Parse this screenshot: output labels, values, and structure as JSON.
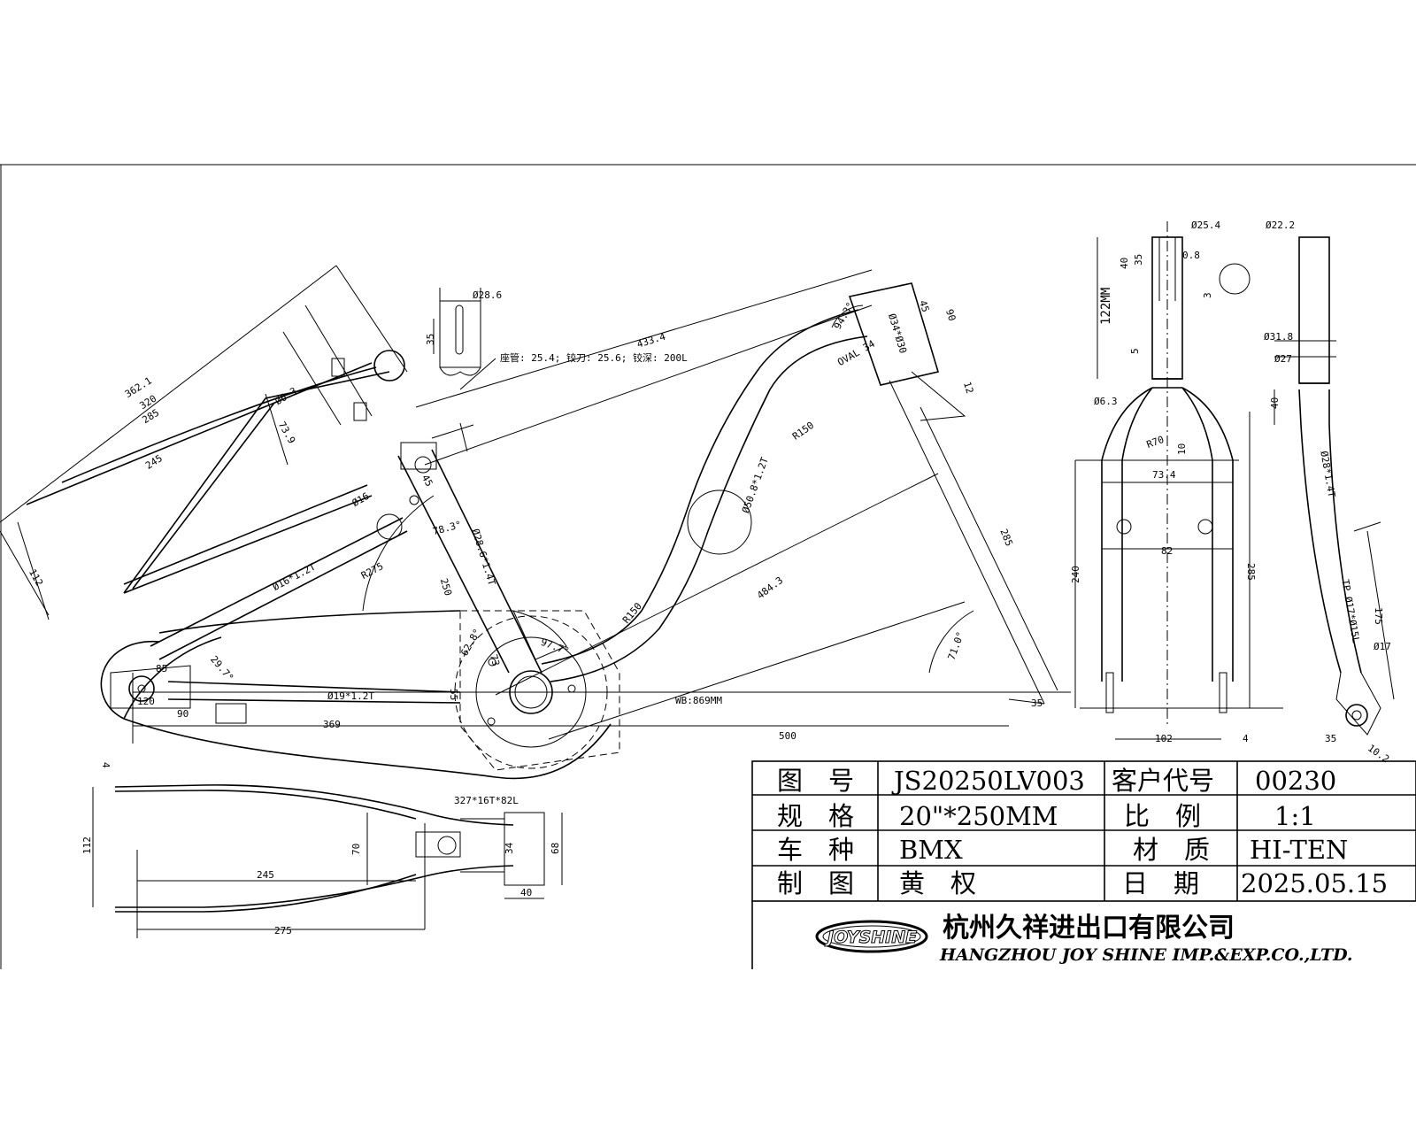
{
  "dimensions": {
    "seat_tube_dia": "Ø28.6",
    "seat_tube_slot": "35",
    "seat_tube_note": "座管: 25.4; 铰刀: 25.6; 铰深: 200L",
    "seatstay_362": "362.1",
    "seatstay_320": "320",
    "seatstay_285": "285",
    "seatstay_245": "245",
    "seatstay_739": "73.9",
    "seatstay_hole": "Ø6.3",
    "seatstay_112": "112",
    "top_len": "433.4",
    "head_angle": "94.3°",
    "oval": "OVAL 34",
    "headtube_dia": "Ø34*Ø30",
    "head_45": "45",
    "head_90": "90",
    "head_12": "12",
    "r150_top": "R150",
    "downtube": "Ø50.8*1.2T",
    "down_285": "285",
    "down_484": "484.3",
    "r150_low": "R150",
    "angle_71": "71.0°",
    "dim_35_right": "35",
    "seat_45": "45",
    "seat_16": "Ø16",
    "seat_783": "78.3°",
    "seatstay_tube": "Ø16*1.2T",
    "r275": "R275",
    "seat_250": "250",
    "seattube_spec": "Ø28.6*1.4T",
    "angle_297": "29.7°",
    "angle_628": "62.8°",
    "angle_977": "97.7°",
    "dim_73": "73",
    "chainstay": "Ø19*1.2T",
    "dim_55": "55",
    "wheelbase": "WB:869MM",
    "dim_120": "120",
    "dim_90": "90",
    "dim_369": "369",
    "dim_500": "500",
    "dim_85": "85",
    "bottom_4": "4",
    "bottom_112": "112",
    "bottom_70": "70",
    "bottom_245": "245",
    "bottom_275": "275",
    "bottom_68": "68",
    "bottom_40": "40",
    "bottom_34": "34",
    "bb_spec": "327*16T*82L",
    "fork_steer_dia": "Ø25.4",
    "fork_08": "0.8",
    "fork_40": "40",
    "fork_35": "35",
    "fork_3": "3",
    "fork_122": "122MM",
    "fork_5": "5",
    "fork_hole": "Ø6.3",
    "fork_r70": "R70",
    "fork_10": "10",
    "fork_734": "73.4",
    "fork_82": "82",
    "fork_240": "240",
    "fork_285": "285",
    "fork_102": "102",
    "fork_4": "4",
    "side_222": "Ø22.2",
    "side_318": "Ø31.8",
    "side_27": "Ø27",
    "side_40": "40",
    "side_blade": "Ø28*1.4T",
    "side_tp": "TP Ø17*Ø15L",
    "side_175": "175",
    "side_17": "Ø17",
    "side_35": "35",
    "side_102": "10.2"
  },
  "title_block": {
    "drawing_no_label": "图　号",
    "drawing_no": "JS20250LV003",
    "customer_code_label": "客户代号",
    "customer_code": "00230",
    "spec_label": "规　格",
    "spec": "20\"*250MM",
    "scale_label": "比　例",
    "scale": "1:1",
    "type_label": "车　种",
    "type": "BMX",
    "material_label": "材　质",
    "material": "HI-TEN",
    "drawer_label": "制　图",
    "drawer": "黄　权",
    "date_label": "日　期",
    "date": "2025.05.15"
  },
  "company": {
    "logo_text": "JOYSHINE",
    "name_cn": "杭州久祥进出口有限公司",
    "name_en": "HANGZHOU JOY SHINE IMP.&EXP.CO.,LTD."
  }
}
